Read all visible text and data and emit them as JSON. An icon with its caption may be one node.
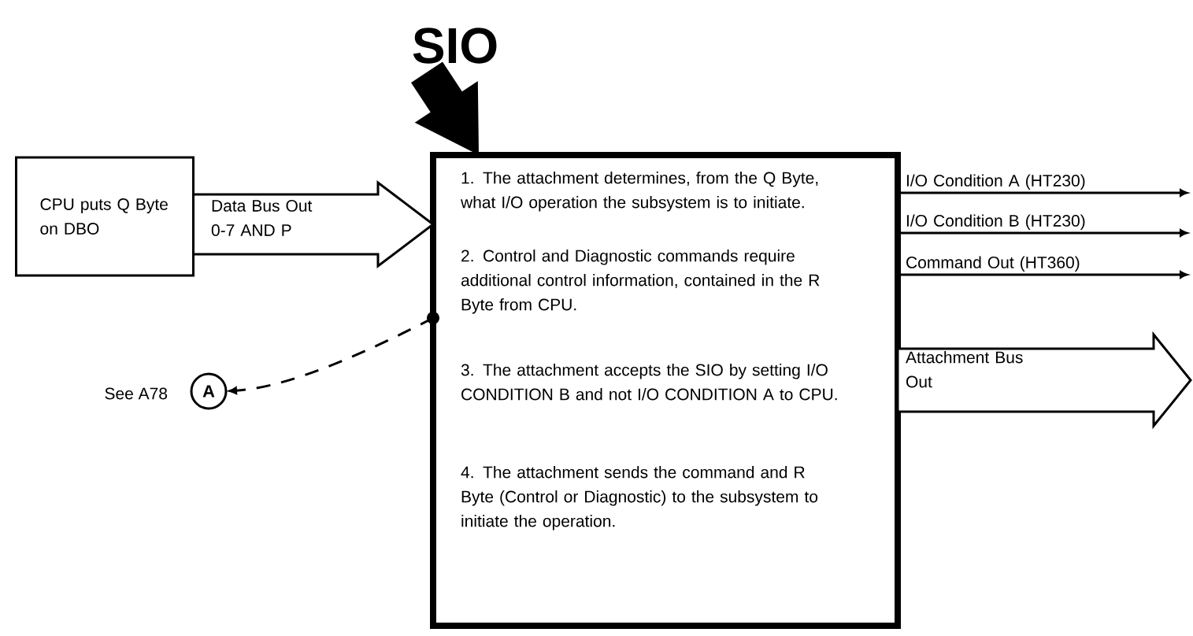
{
  "diagram": {
    "title": "SIO",
    "nodes": [
      {
        "text": [
          "CPU puts Q Byte on DBO"
        ]
      },
      {
        "text": [
          "1. The attachment determines, from the Q Byte, what I/O operation the subsystem is to initiate.",
          "2. Control and Diagnostic commands require additional control information, contained in the R Byte from CPU.",
          "3. The attachment accepts the SIO by setting I/O CONDITION B and not I/O CONDITION A to CPU.",
          "4. The attachment sends the command and R Byte (Control or Diagnostic) to the subsystem to initiate the operation."
        ]
      },
      {
        "text": [
          "A"
        ],
        "beside": [
          "See A78"
        ]
      }
    ],
    "edges": [
      {
        "from": 0,
        "to": 1,
        "arrow": "to",
        "label": "Data Bus Out 0-7 AND P",
        "style": "thick"
      },
      {
        "from": 1,
        "to": 2,
        "arrow": "to",
        "style": "dashed"
      },
      {
        "from": 1,
        "to": null,
        "arrow": "to",
        "label": "I/O Condition A (HT230)"
      },
      {
        "from": 1,
        "to": null,
        "arrow": "to",
        "label": "I/O Condition B (HT230)"
      },
      {
        "from": 1,
        "to": null,
        "arrow": "to",
        "label": "Command Out (HT360)"
      },
      {
        "from": 1,
        "to": null,
        "arrow": "to",
        "label": "Attachment Bus Out",
        "style": "thick"
      },
      {
        "from": null,
        "to": 1,
        "arrow": "to",
        "style": "thick"
      }
    ]
  }
}
